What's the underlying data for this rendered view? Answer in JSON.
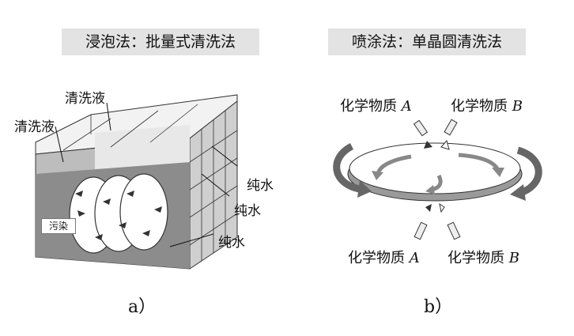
{
  "panel_a": {
    "title": "浸泡法：批量式清洗法",
    "label_solution_1": "清洗液",
    "label_solution_2": "清洗液",
    "label_water_1": "纯水",
    "label_water_2": "纯水",
    "label_water_3": "纯水",
    "label_contamination": "污染",
    "caption": "a）"
  },
  "panel_b": {
    "title": "喷涂法：单晶圆清洗法",
    "chem_top_left": {
      "prefix": "化学物质 ",
      "letter": "A"
    },
    "chem_top_right": {
      "prefix": "化学物质 ",
      "letter": "B"
    },
    "chem_bottom_left": {
      "prefix": "化学物质 ",
      "letter": "A"
    },
    "chem_bottom_right": {
      "prefix": "化学物质 ",
      "letter": "B"
    },
    "caption": "b）"
  },
  "colors": {
    "panel_gray": "#e3e3e3",
    "tank_dark": "#8c8c8c",
    "tank_light": "#d6d6d6"
  }
}
